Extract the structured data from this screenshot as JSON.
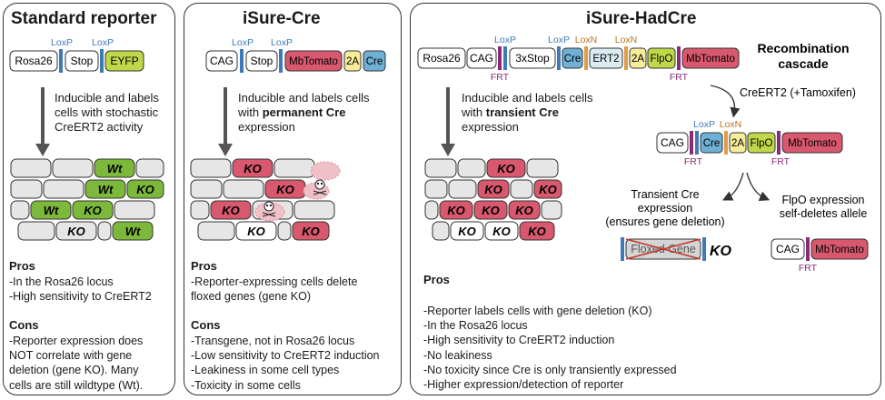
{
  "panels": [
    {
      "title": "Standard reporter",
      "construct": [
        "Rosa26",
        "Stop",
        "EYFP"
      ],
      "site_labels": [
        "LoxP",
        "LoxP"
      ],
      "desc": [
        "Inducible and labels",
        "cells with stochastic",
        "CreERT2 activity"
      ],
      "cells": [
        "Wt",
        "Wt",
        "KO",
        "Wt",
        "KO",
        "KO",
        "Wt"
      ],
      "pros_heading": "Pros",
      "pros": [
        "-In the Rosa26 locus",
        "-High sensitivity to CreERT2"
      ],
      "cons_heading": "Cons",
      "cons": [
        "-Reporter expression does",
        "NOT correlate with gene",
        "deletion (gene KO). Many",
        "cells are still wildtype (Wt)."
      ]
    },
    {
      "title": "iSure-Cre",
      "construct": [
        "CAG",
        "Stop",
        "MbTomato",
        "2A",
        "Cre"
      ],
      "site_labels": [
        "LoxP",
        "LoxP"
      ],
      "desc_plain": [
        "Inducible and labels cells",
        "with "
      ],
      "desc_bold": "permanent Cre",
      "desc_end": "expression",
      "cells": [
        "KO",
        "KO",
        "KO",
        "KO",
        "KO"
      ],
      "pros_heading": "Pros",
      "pros": [
        "-Reporter-expressing cells delete",
        "floxed genes (gene KO)"
      ],
      "cons_heading": "Cons",
      "cons": [
        "-Transgene, not in Rosa26 locus",
        "-Low sensitivity to CreERT2 induction",
        "-Leakiness in some cell types",
        "-Toxicity in some cells"
      ]
    },
    {
      "title": "iSure-HadCre",
      "construct": [
        "Rosa26",
        "CAG",
        "3xStop",
        "Cre",
        "ERT2",
        "2A",
        "FlpO",
        "MbTomato"
      ],
      "site_labels": [
        "LoxP",
        "LoxP",
        "LoxN",
        "LoxN",
        "FRT",
        "FRT"
      ],
      "desc_plain": [
        "Inducible and labels cells",
        "with "
      ],
      "desc_bold": "transient Cre",
      "desc_end": "expression",
      "cells": [
        "KO",
        "KO",
        "KO",
        "KO",
        "KO",
        "KO",
        "KO",
        "KO",
        "KO"
      ],
      "cascade_title": [
        "Recombination",
        "cascade"
      ],
      "cascade_step": "CreERT2 (+Tamoxifen)",
      "mid_construct": [
        "CAG",
        "Cre",
        "2A",
        "FlpO",
        "MbTomato"
      ],
      "mid_labels": [
        "LoxP",
        "LoxN",
        "FRT",
        "FRT"
      ],
      "branch_left": [
        "Transient Cre",
        "expression",
        "(ensures gene deletion)"
      ],
      "branch_right": [
        "FlpO expression",
        "self-deletes allele"
      ],
      "floxed_gene": "Floxed Gene",
      "ko_label": "KO",
      "final_construct": [
        "CAG",
        "MbTomato"
      ],
      "final_label": "FRT",
      "pros_heading": "Pros",
      "pros": [
        "-Reporter labels cells with gene deletion (KO)",
        "-In the Rosa26 locus",
        "-High sensitivity to CreERT2 induction",
        "-No leakiness",
        "-No toxicity since Cre is only transiently expressed",
        "-Higher expression/detection of reporter"
      ]
    }
  ],
  "colors": {
    "green": "#7cb93a",
    "red": "#d8586d",
    "blue": "#6fb0d4",
    "yellow": "#f7ec9a",
    "lightblue": "#d9edf2",
    "lime": "#bfd84a",
    "loxp": "#3f7ab8",
    "loxn": "#e29b46",
    "frt": "#8b2b78",
    "grey": "#e6e6e6"
  }
}
